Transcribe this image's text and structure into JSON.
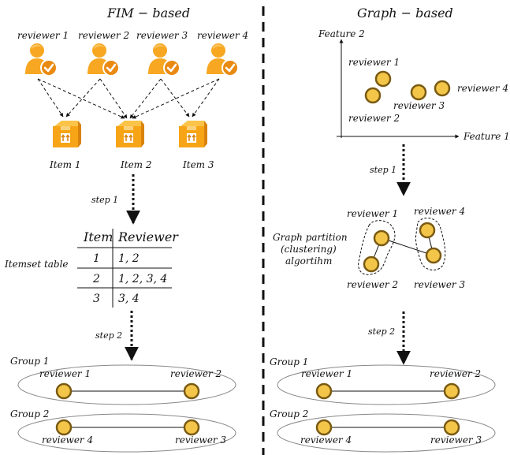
{
  "colors": {
    "node_fill": "#f3c64a",
    "node_stroke": "#7a5a12",
    "person": "#f7a721",
    "person_light": "#fbc35a",
    "check": "#e98a12",
    "box_main": "#f7a516",
    "box_dark": "#d9820d",
    "box_light": "#fbc348",
    "ellipse_stroke": "#888888",
    "divider": "#111111"
  },
  "left": {
    "title": "FIM − based",
    "reviewers": [
      "reviewer 1",
      "reviewer 2",
      "reviewer 3",
      "reviewer 4"
    ],
    "items": [
      "Item 1",
      "Item 2",
      "Item 3"
    ],
    "step1": "step 1",
    "table_label": "Itemset table",
    "table": {
      "headers": [
        "Item",
        "Reviewer"
      ],
      "rows": [
        [
          "1",
          "1, 2"
        ],
        [
          "2",
          "1, 2, 3, 4"
        ],
        [
          "3",
          "3, 4"
        ]
      ]
    },
    "step2": "step 2",
    "group1": {
      "label": "Group 1",
      "a": "reviewer 1",
      "b": "reviewer 2"
    },
    "group2": {
      "label": "Group 2",
      "a": "reviewer 4",
      "b": "reviewer 3"
    }
  },
  "right": {
    "title": "Graph − based",
    "axis_y": "Feature 2",
    "axis_x": "Feature 1",
    "scatter_labels": [
      "reviewer 1",
      "reviewer 2",
      "reviewer 3",
      "reviewer 4"
    ],
    "step1": "step 1",
    "partition_labels": [
      "reviewer 1",
      "reviewer 4",
      "reviewer 2",
      "reviewer 3"
    ],
    "algorithm_label": [
      "Graph partition",
      "(clustering)",
      "algortihm"
    ],
    "step2": "step 2",
    "group1": {
      "label": "Group 1",
      "a": "reviewer 1",
      "b": "reviewer 2"
    },
    "group2": {
      "label": "Group 2",
      "a": "reviewer 4",
      "b": "reviewer 3"
    }
  }
}
